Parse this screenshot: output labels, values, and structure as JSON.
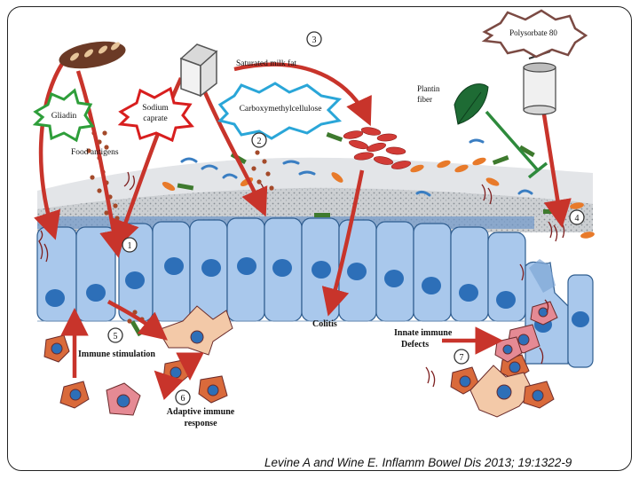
{
  "figure": {
    "labels": {
      "polysorbate": "Polysorbate 80",
      "saturated_milk_fat": "Saturated milk fat",
      "gliadin": "Gliadin",
      "sodium_caprate_line1": "Sodium",
      "sodium_caprate_line2": "caprate",
      "carboxymethylcellulose": "Carboxymethylcellulose",
      "plantain_line1": "Plantin",
      "plantain_line2": "fiber",
      "food_antigens": "Food antigens",
      "colitis": "Colitis",
      "immune_stimulation": "Immune stimulation",
      "innate_line1": "Innate immune",
      "innate_line2": "Defects",
      "adaptive_line1": "Adaptive immune",
      "adaptive_line2": "response"
    },
    "step_numbers": [
      "1",
      "2",
      "3",
      "4",
      "5",
      "6",
      "7"
    ],
    "colors": {
      "arrow": "#c8342b",
      "gliadin_star": "#2e9e3a",
      "sodium_star": "#d81e1e",
      "cmc_star": "#2aa6d8",
      "polysorbate_star": "#7b4a43",
      "epithelium": "#a9c8ec",
      "nucleus": "#2d6fb8",
      "bacteria_red": "#d23b36",
      "bacteria_orange": "#e87a2a",
      "inhibit_line": "#2e8a3c"
    }
  },
  "citation": "Levine A and Wine E. Inflamm Bowel Dis 2013; 19:1322-9"
}
